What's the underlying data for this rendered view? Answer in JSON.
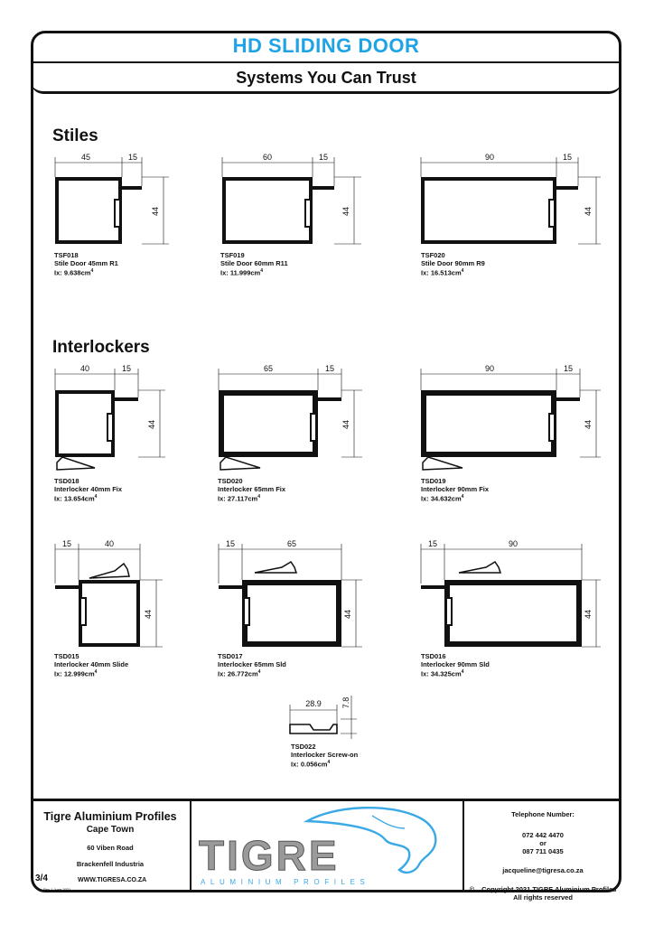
{
  "header": {
    "title": "HD SLIDING DOOR",
    "subtitle": "Systems You Can Trust"
  },
  "sections": {
    "stiles": "Stiles",
    "interlockers": "Interlockers"
  },
  "profiles": [
    {
      "code": "TSF018",
      "name": "Stile Door 45mm R1",
      "ix": "Ix: 9.638cm",
      "dims": [
        "45",
        "15",
        "44"
      ]
    },
    {
      "code": "TSF019",
      "name": "Stile Door 60mm R11",
      "ix": "Ix: 11.999cm",
      "dims": [
        "60",
        "15",
        "44"
      ]
    },
    {
      "code": "TSF020",
      "name": "Stile Door 90mm R9",
      "ix": "Ix: 16.513cm",
      "dims": [
        "90",
        "15",
        "44"
      ]
    },
    {
      "code": "TSD018",
      "name": "Interlocker 40mm Fix",
      "ix": "Ix: 13.654cm",
      "dims": [
        "40",
        "15",
        "44"
      ]
    },
    {
      "code": "TSD020",
      "name": "Interlocker 65mm Fix",
      "ix": "Ix: 27.117cm",
      "dims": [
        "65",
        "15",
        "44"
      ]
    },
    {
      "code": "TSD019",
      "name": "Interlocker 90mm Fix",
      "ix": "Ix: 34.632cm",
      "dims": [
        "90",
        "15",
        "44"
      ]
    },
    {
      "code": "TSD015",
      "name": "Interlocker 40mm Slide",
      "ix": "Ix: 12.999cm",
      "dims": [
        "15",
        "40",
        "44"
      ]
    },
    {
      "code": "TSD017",
      "name": "Interlocker 65mm Sld",
      "ix": "Ix: 26.772cm",
      "dims": [
        "15",
        "65",
        "44"
      ]
    },
    {
      "code": "TSD016",
      "name": "Interlocker 90mm Sld",
      "ix": "Ix: 34.325cm",
      "dims": [
        "15",
        "90",
        "44"
      ]
    },
    {
      "code": "TSD022",
      "name": "Interlocker Screw-on",
      "ix": "Ix: 0.056cm",
      "dims": [
        "28.9",
        "7.8"
      ]
    }
  ],
  "ix_exponent": "4",
  "footer": {
    "company": "Tigre Aluminium Profiles",
    "city": "Cape Town",
    "street": "60 Viben Road",
    "area": "Brackenfell Industria",
    "page": "3/4",
    "website": "WWW.TIGRESA.CO.ZA",
    "rev": "Rev 1 June 2021",
    "logo_text": "TIGRE",
    "logo_sub": "ALUMINIUM PROFILES",
    "phone_label": "Telephone Number:",
    "phone1": "072 442 4470",
    "or": "or",
    "phone2": "087 711 0435",
    "email": "jacqueline@tigresa.co.za",
    "copyright_symbol": "©",
    "copyright": "Copyright 2021 TIGRE Aluminium Profiles",
    "rights": "All rights reserved"
  },
  "colors": {
    "title": "#1ea3e6",
    "logo_grey": "#9a9a9a",
    "logo_accent": "#3aa9e6"
  }
}
